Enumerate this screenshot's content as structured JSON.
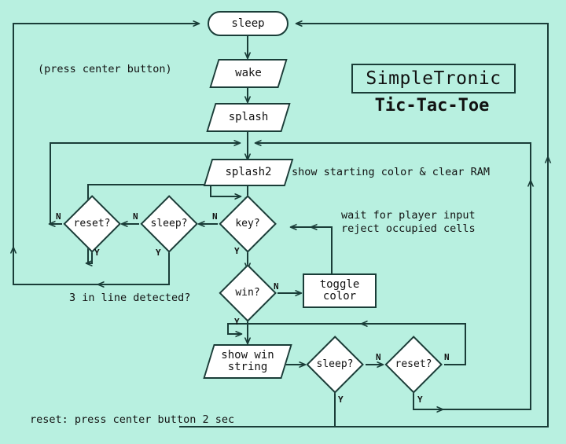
{
  "diagram": {
    "title": "SimpleTronic",
    "subtitle": "Tic-Tac-Toe",
    "background_color": "#b8f0e0",
    "line_color": "#1a3d38",
    "node_fill": "#ffffff",
    "type": "flowchart"
  },
  "nodes": {
    "sleep": {
      "label": "sleep",
      "shape": "terminator"
    },
    "wake": {
      "label": "wake",
      "shape": "io"
    },
    "splash": {
      "label": "splash",
      "shape": "io"
    },
    "splash2": {
      "label": "splash2",
      "shape": "io"
    },
    "reset_q1": {
      "label": "reset?",
      "shape": "decision"
    },
    "sleep_q1": {
      "label": "sleep?",
      "shape": "decision"
    },
    "key_q": {
      "label": "key?",
      "shape": "decision"
    },
    "win_q": {
      "label": "win?",
      "shape": "decision"
    },
    "toggle_color": {
      "label": "toggle\ncolor",
      "shape": "process"
    },
    "show_win": {
      "label": "show win\nstring",
      "shape": "io"
    },
    "sleep_q2": {
      "label": "sleep?",
      "shape": "decision"
    },
    "reset_q2": {
      "label": "reset?",
      "shape": "decision"
    }
  },
  "annotations": {
    "press_center": "(press center button)",
    "splash2_note": "show starting color & clear RAM",
    "key_note": "wait for player input\nreject occupied cells",
    "win_note": "3 in line detected?",
    "reset_note": "reset: press center button 2 sec"
  },
  "edge_labels": {
    "reset_q1_n": "N",
    "reset_q1_y": "Y",
    "sleep_q1_n": "N",
    "sleep_q1_y": "Y",
    "key_n": "N",
    "key_y": "Y",
    "win_n": "N",
    "win_y": "Y",
    "sleep_q2_y": "Y",
    "reset_q2_n": "N",
    "reset_q2_y": "Y",
    "sleep_q2_n": "N"
  }
}
